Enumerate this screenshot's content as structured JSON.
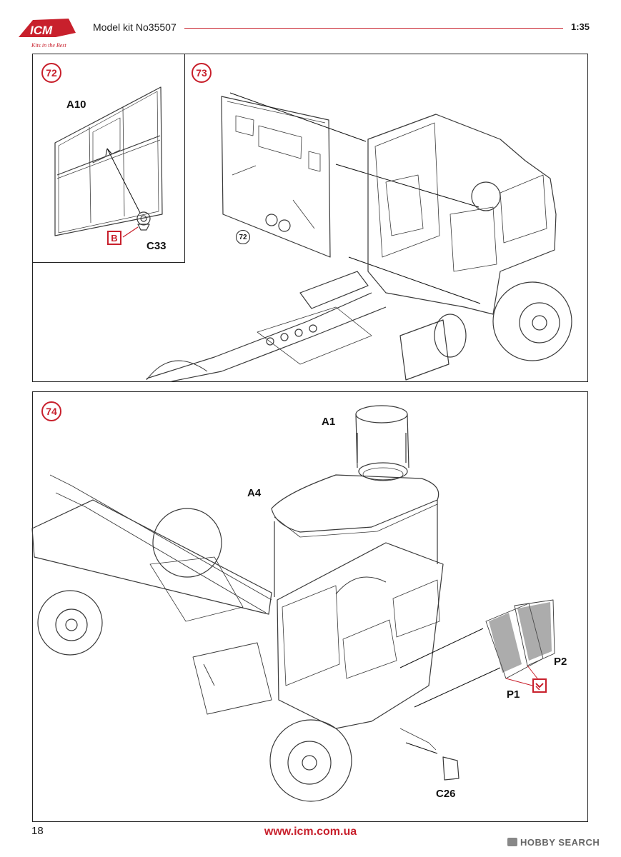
{
  "header": {
    "logo_text": "ICM",
    "logo_tagline": "Kits in the Best",
    "kit_label": "Model kit No35507",
    "scale": "1:35"
  },
  "steps": [
    {
      "number": "72",
      "parts": [
        "A10",
        "C33"
      ],
      "marker": "B"
    },
    {
      "number": "73",
      "reference": "72"
    },
    {
      "number": "74",
      "parts": [
        "A1",
        "A4",
        "P2",
        "P1",
        "C26"
      ]
    }
  ],
  "footer": {
    "page_number": "18",
    "url": "www.icm.com.ua",
    "watermark": "HOBBY SEARCH"
  },
  "colors": {
    "accent_red": "#c8202c",
    "line": "#222222"
  }
}
